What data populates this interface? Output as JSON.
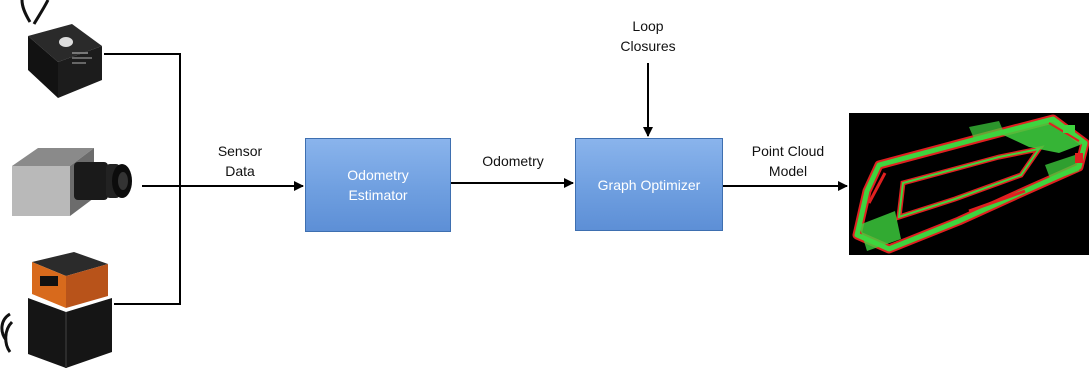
{
  "sources": {
    "imu_icon": "imu-sensor-icon",
    "camera_icon": "camera-sensor-icon",
    "lidar_icon": "lidar-sensor-icon"
  },
  "edges": {
    "sensor_data": [
      "Sensor",
      "Data"
    ],
    "odometry": "Odometry",
    "loop_closures": [
      "Loop",
      "Closures"
    ],
    "point_cloud_model": [
      "Point Cloud",
      "Model"
    ]
  },
  "nodes": {
    "odometry_estimator": [
      "Odometry",
      "Estimator"
    ],
    "graph_optimizer": "Graph Optimizer"
  },
  "output": {
    "icon": "point-cloud-map-image"
  },
  "colors": {
    "box_fill": "#6f9fe0",
    "box_border": "#3e6fb0",
    "arrow": "#000000",
    "cloud_bg": "#000000",
    "cloud_green": "#3fd43f",
    "cloud_red": "#e02020"
  }
}
